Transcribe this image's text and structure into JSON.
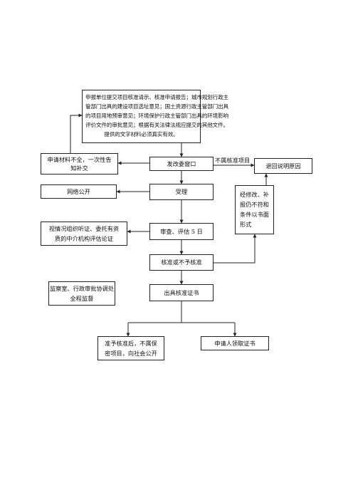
{
  "flowchart": {
    "top_box": {
      "lines": [
        "申报单位提交项目核准请示、核准申请报告；城市规划行政主",
        "管部门出具的建设项目选址意见；国土资源行政主管部门出具",
        "的项目用地预审意见；环境保护行政主管部门出具的环境影响",
        "评价文件的审批意见；根据有关法律法规应提交的其他文件。",
        "提供的文字材料必须真实有效。"
      ]
    },
    "incomplete_box": {
      "lines": [
        "申请材料不全，一次性告",
        "知补交"
      ]
    },
    "window_box": {
      "label": "发改委窗口"
    },
    "not_approval_label": "不属核准项目",
    "return_box": {
      "label": "退回说明原因"
    },
    "online_box": {
      "label": "网络公开"
    },
    "accept_box": {
      "label": "受理"
    },
    "modify_box": {
      "lines": [
        "经修改、补",
        "报仍不符和",
        "条件以书面",
        "形式"
      ]
    },
    "hearing_box": {
      "lines": [
        "视情况组织听证、委托有资",
        "质的中介机构评估论证"
      ]
    },
    "review_box": {
      "label": "审查、评估 5 日"
    },
    "decision_box": {
      "label": "核准或不予核准"
    },
    "supervision_box": {
      "lines": [
        "监察室、行政审批协调处",
        "全程监督"
      ]
    },
    "certificate_box": {
      "label": "出具核准证书"
    },
    "public_box": {
      "lines": [
        "准予核准后，不属保",
        "密项目，向社会公开"
      ]
    },
    "collect_box": {
      "label": "申请人领取证书"
    }
  }
}
